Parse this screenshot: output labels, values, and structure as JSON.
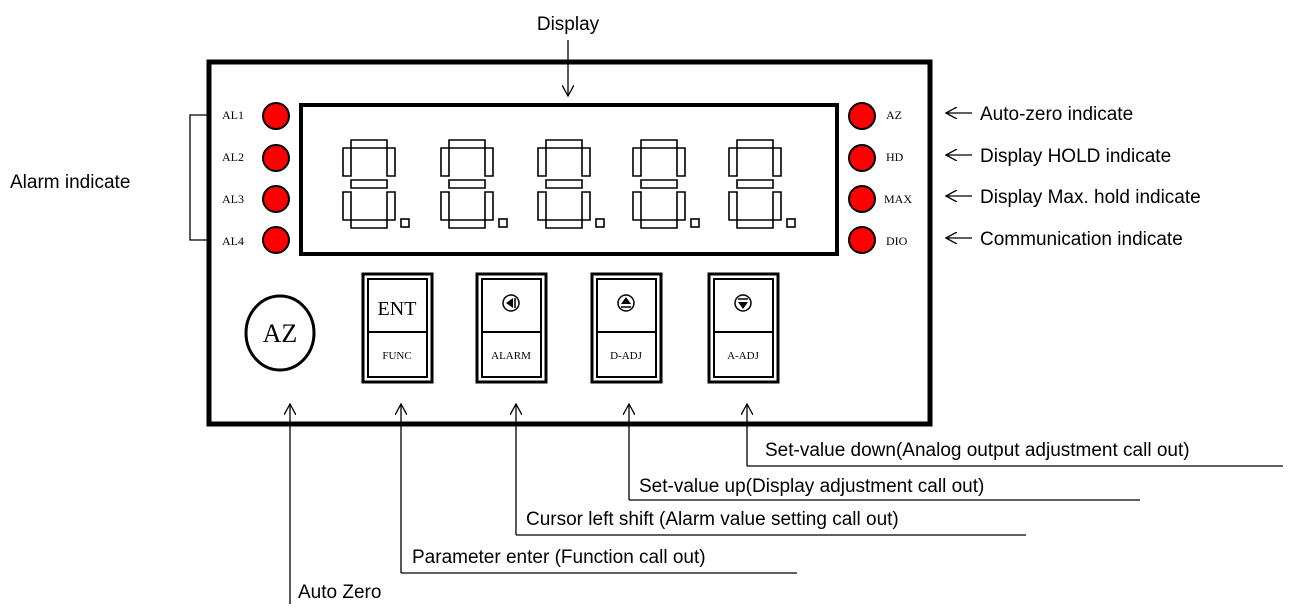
{
  "display_label": "Display",
  "alarm_indicate_label": "Alarm indicate",
  "alarm_leds": [
    "AL1",
    "AL2",
    "AL3",
    "AL4"
  ],
  "status_leds": [
    "AZ",
    "HD",
    "MAX",
    "DIO"
  ],
  "status_callouts": [
    "Auto-zero indicate",
    "Display HOLD indicate",
    "Display Max. hold indicate",
    "Communication indicate"
  ],
  "az_button_label": "AZ",
  "keys": {
    "ent": {
      "top": "ENT",
      "bottom": "FUNC"
    },
    "left": {
      "top_icon": "left-arrow-icon",
      "bottom": "ALARM"
    },
    "up": {
      "top_icon": "up-arrow-icon",
      "bottom": "D-ADJ"
    },
    "down": {
      "top_icon": "down-arrow-icon",
      "bottom": "A-ADJ"
    }
  },
  "key_callouts": {
    "down": "Set-value down(Analog output adjustment call out)",
    "up": "Set-value up(Display adjustment call out)",
    "left": "Cursor left shift (Alarm value setting call out)",
    "ent": "Parameter enter (Function call out)",
    "az": "Auto Zero"
  },
  "colors": {
    "led": "#ff0000",
    "outline": "#000000",
    "background": "#ffffff"
  }
}
